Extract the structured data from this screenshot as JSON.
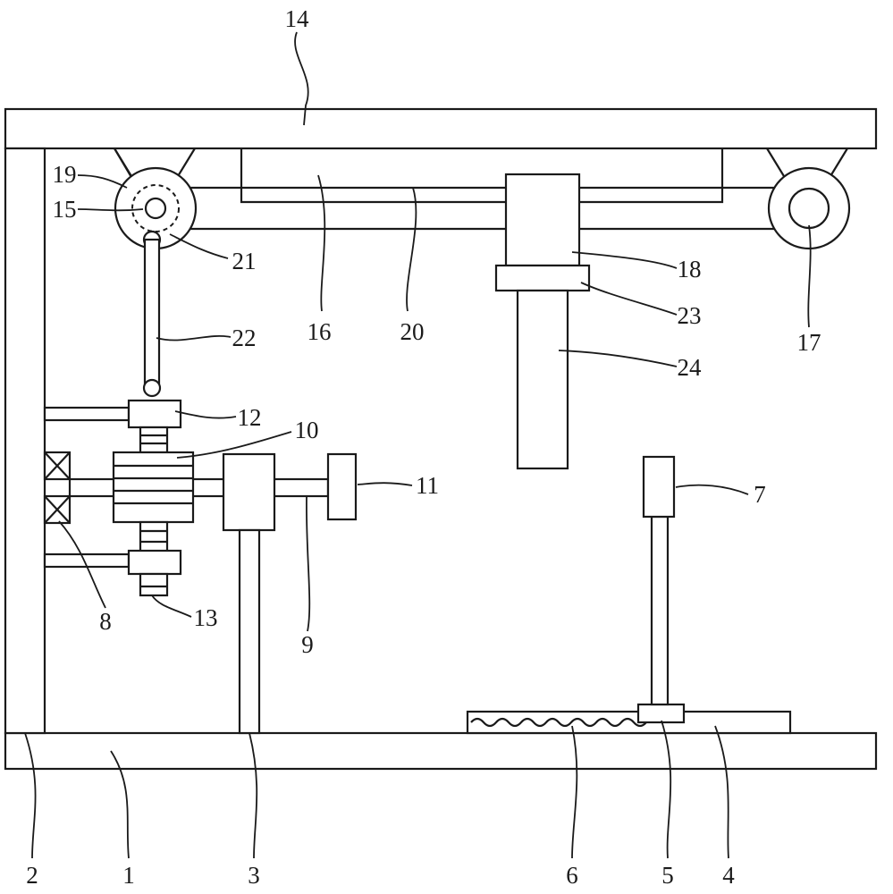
{
  "labels": {
    "n1": "1",
    "n2": "2",
    "n3": "3",
    "n4": "4",
    "n5": "5",
    "n6": "6",
    "n7": "7",
    "n8": "8",
    "n9": "9",
    "n10": "10",
    "n11": "11",
    "n12": "12",
    "n13": "13",
    "n14": "14",
    "n15": "15",
    "n16": "16",
    "n17": "17",
    "n18": "18",
    "n19": "19",
    "n20": "20",
    "n21": "21",
    "n22": "22",
    "n23": "23",
    "n24": "24"
  }
}
